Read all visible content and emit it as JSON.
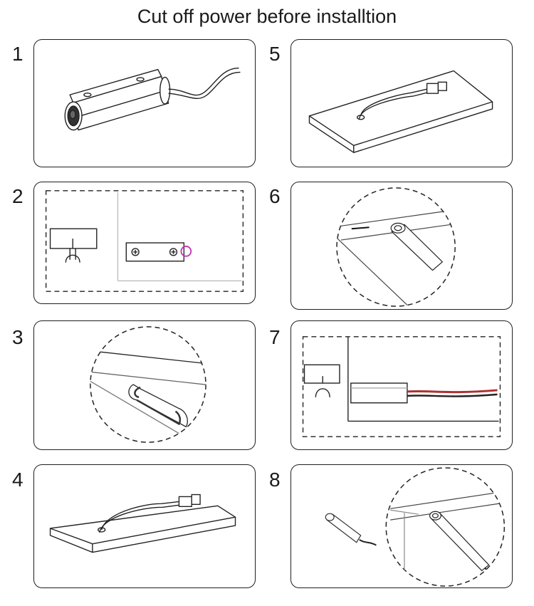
{
  "title": "Cut off power before installtion",
  "steps": [
    {
      "number": "1"
    },
    {
      "number": "2"
    },
    {
      "number": "3"
    },
    {
      "number": "4"
    },
    {
      "number": "5"
    },
    {
      "number": "6"
    },
    {
      "number": "7"
    },
    {
      "number": "8"
    }
  ],
  "colors": {
    "line": "#1f1f1f",
    "cable_red": "#b03030",
    "clip_highlight": "#c030b0",
    "dashed": "#222222"
  }
}
